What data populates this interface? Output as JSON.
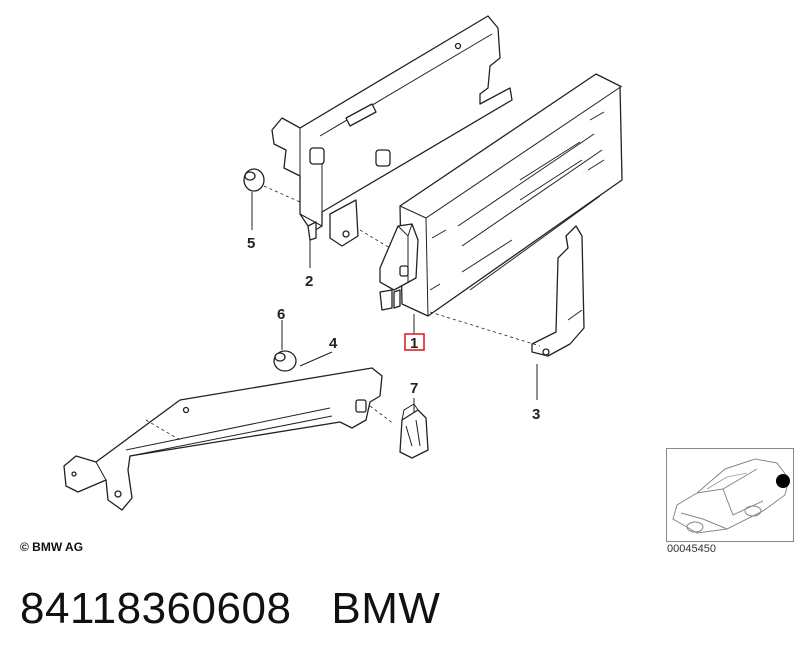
{
  "callouts": {
    "p1": "1",
    "p2": "2",
    "p3": "3",
    "p4": "4",
    "p5": "5",
    "p6": "6",
    "p7": "7"
  },
  "copyright": "© BMW AG",
  "diagram_number": "00045450",
  "footer": {
    "part_number": "84118360608",
    "brand": "BMW"
  },
  "colors": {
    "line": "#222222",
    "highlight_box": "#e0202a",
    "background": "#ffffff"
  }
}
